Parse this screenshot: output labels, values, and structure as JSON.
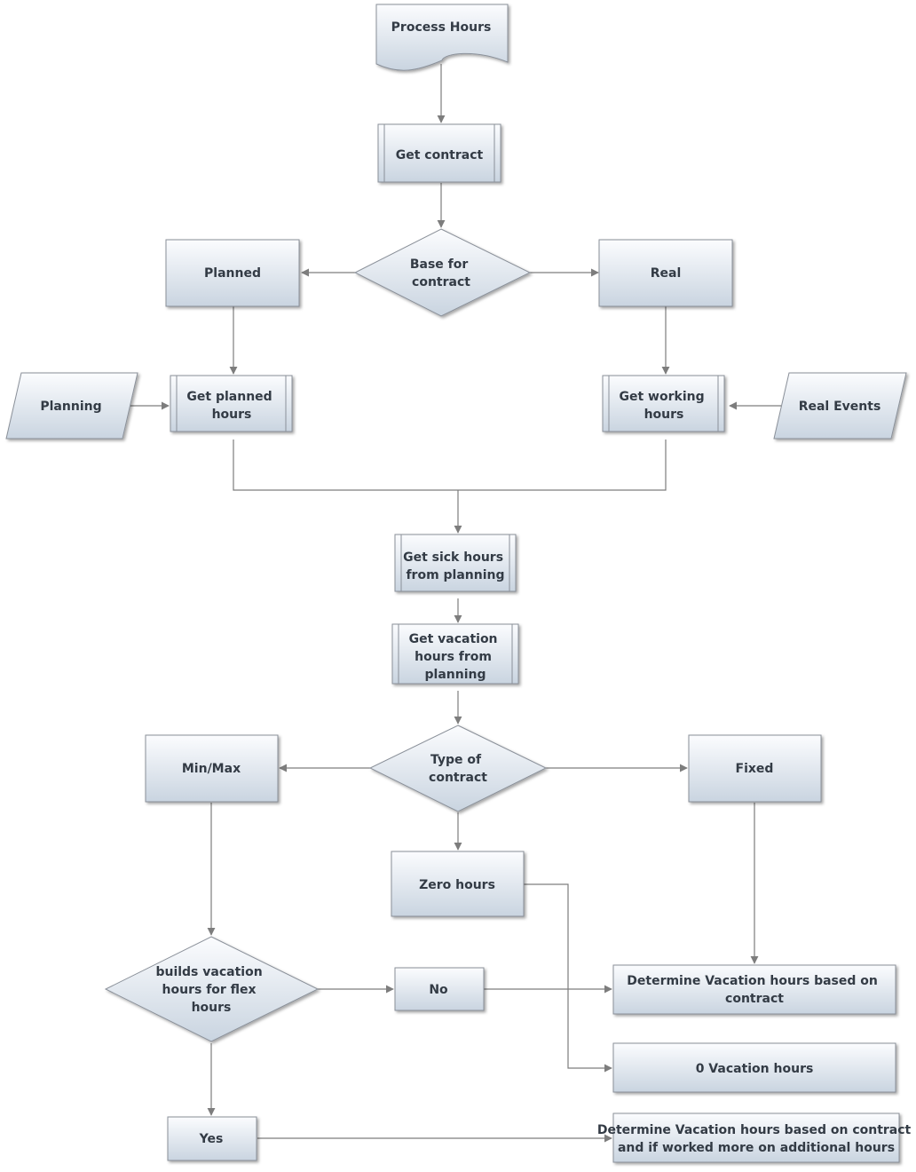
{
  "nodes": {
    "process_hours": "Process Hours",
    "get_contract": "Get contract",
    "base_for_contract": [
      "Base for",
      "contract"
    ],
    "planned": "Planned",
    "real": "Real",
    "planning": "Planning",
    "get_planned_hours": [
      "Get planned",
      "hours"
    ],
    "get_working_hours": [
      "Get working",
      "hours"
    ],
    "real_events": "Real Events",
    "get_sick_hours": [
      "Get sick hours",
      "from planning"
    ],
    "get_vacation_hours": [
      "Get vacation",
      "hours from",
      "planning"
    ],
    "type_of_contract": [
      "Type of",
      "contract"
    ],
    "min_max": "Min/Max",
    "fixed": "Fixed",
    "zero_hours": "Zero hours",
    "builds_vacation": [
      "builds vacation",
      "hours for flex",
      "hours"
    ],
    "no": "No",
    "yes": "Yes",
    "determine_vacation_contract": [
      "Determine Vacation hours based on",
      "contract"
    ],
    "zero_vacation_hours": "0 Vacation hours",
    "determine_vacation_additional": [
      "Determine Vacation hours based on contract",
      "and if worked more on additional hours"
    ]
  }
}
